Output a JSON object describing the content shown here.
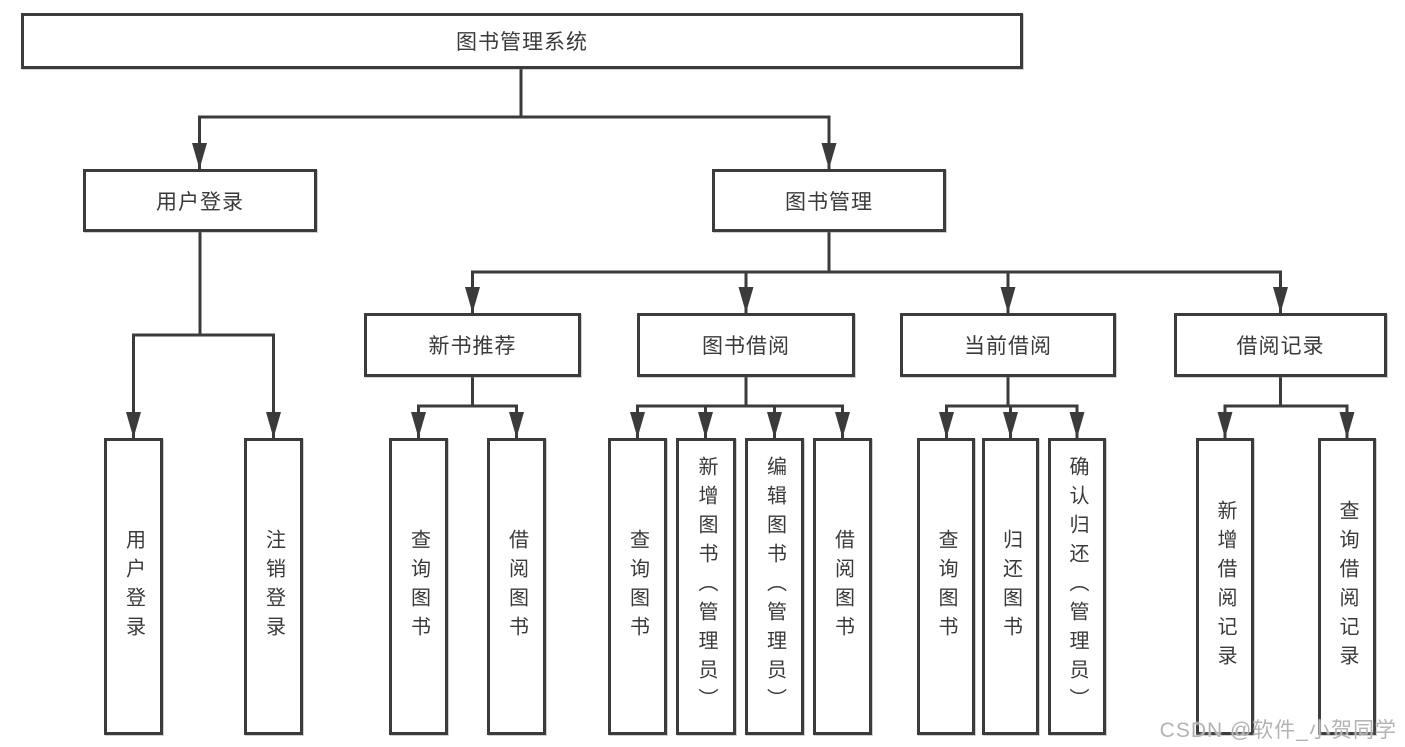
{
  "diagram": {
    "title": "图书管理系统",
    "root": {
      "label": "图书管理系统"
    },
    "level2": [
      {
        "label": "用户登录"
      },
      {
        "label": "图书管理"
      }
    ],
    "level3": [
      {
        "label": "新书推荐"
      },
      {
        "label": "图书借阅"
      },
      {
        "label": "当前借阅"
      },
      {
        "label": "借阅记录"
      }
    ],
    "leaves": [
      {
        "label": "用户登录",
        "parent": "用户登录"
      },
      {
        "label": "注销登录",
        "parent": "用户登录"
      },
      {
        "label": "查询图书",
        "parent": "新书推荐"
      },
      {
        "label": "借阅图书",
        "parent": "新书推荐"
      },
      {
        "label": "查询图书",
        "parent": "图书借阅"
      },
      {
        "label": "新增图书（管理员）",
        "parent": "图书借阅"
      },
      {
        "label": "编辑图书（管理员）",
        "parent": "图书借阅"
      },
      {
        "label": "借阅图书",
        "parent": "图书借阅"
      },
      {
        "label": "查询图书",
        "parent": "当前借阅"
      },
      {
        "label": "归还图书",
        "parent": "当前借阅"
      },
      {
        "label": "确认归还（管理员）",
        "parent": "当前借阅"
      },
      {
        "label": "新增借阅记录",
        "parent": "借阅记录"
      },
      {
        "label": "查询借阅记录",
        "parent": "借阅记录"
      }
    ]
  },
  "watermark": {
    "text": "CSDN @软件_小贺同学"
  },
  "colors": {
    "line": "#3b3b3b",
    "text": "#3a3a3a",
    "background": "#ffffff",
    "watermark": "#b3b3b3"
  }
}
